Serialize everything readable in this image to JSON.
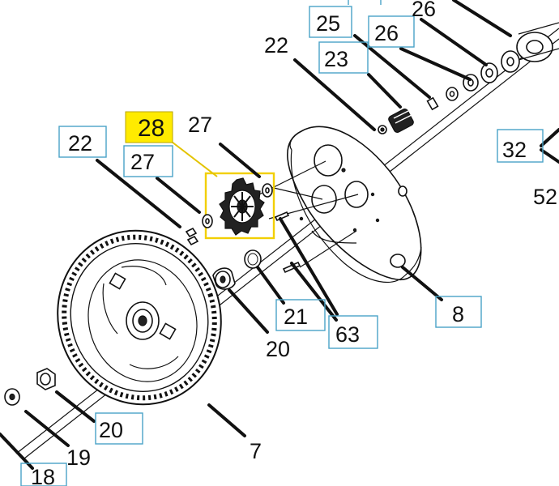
{
  "highlight_color": "#ffeb00",
  "box_color": "#49a3c7",
  "labels": {
    "l28": "28",
    "l27a": "27",
    "l27b": "27",
    "l22a": "22",
    "l22b": "22",
    "l25": "25",
    "l26a": "26",
    "l26b": "26",
    "l23": "23",
    "l32": "32",
    "l52": "52",
    "l21": "21",
    "l63": "63",
    "l8": "8",
    "l20a": "20",
    "l20b": "20",
    "l7": "7",
    "l19": "19",
    "l18": "18"
  }
}
